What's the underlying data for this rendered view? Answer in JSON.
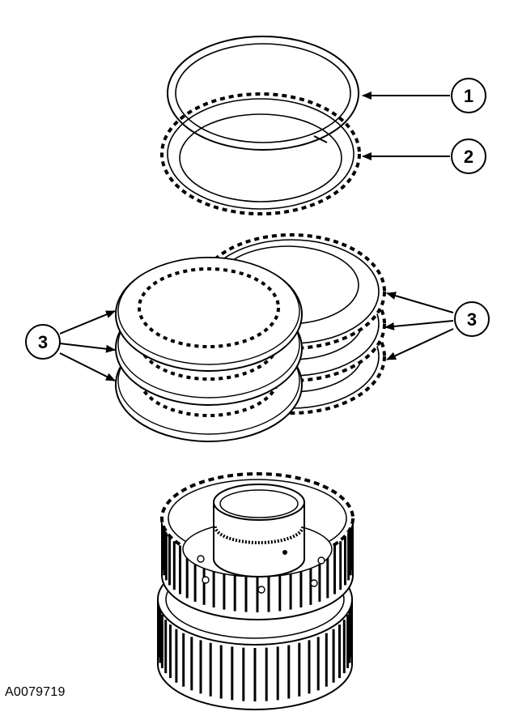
{
  "callouts": {
    "one": "1",
    "two": "2",
    "three_left": "3",
    "three_right": "3"
  },
  "figure_id": "A0079719",
  "colors": {
    "line": "#000000",
    "background": "#ffffff"
  },
  "components": [
    "snap-ring",
    "pressure-plate",
    "clutch-plates",
    "clutch-drum-hub"
  ]
}
